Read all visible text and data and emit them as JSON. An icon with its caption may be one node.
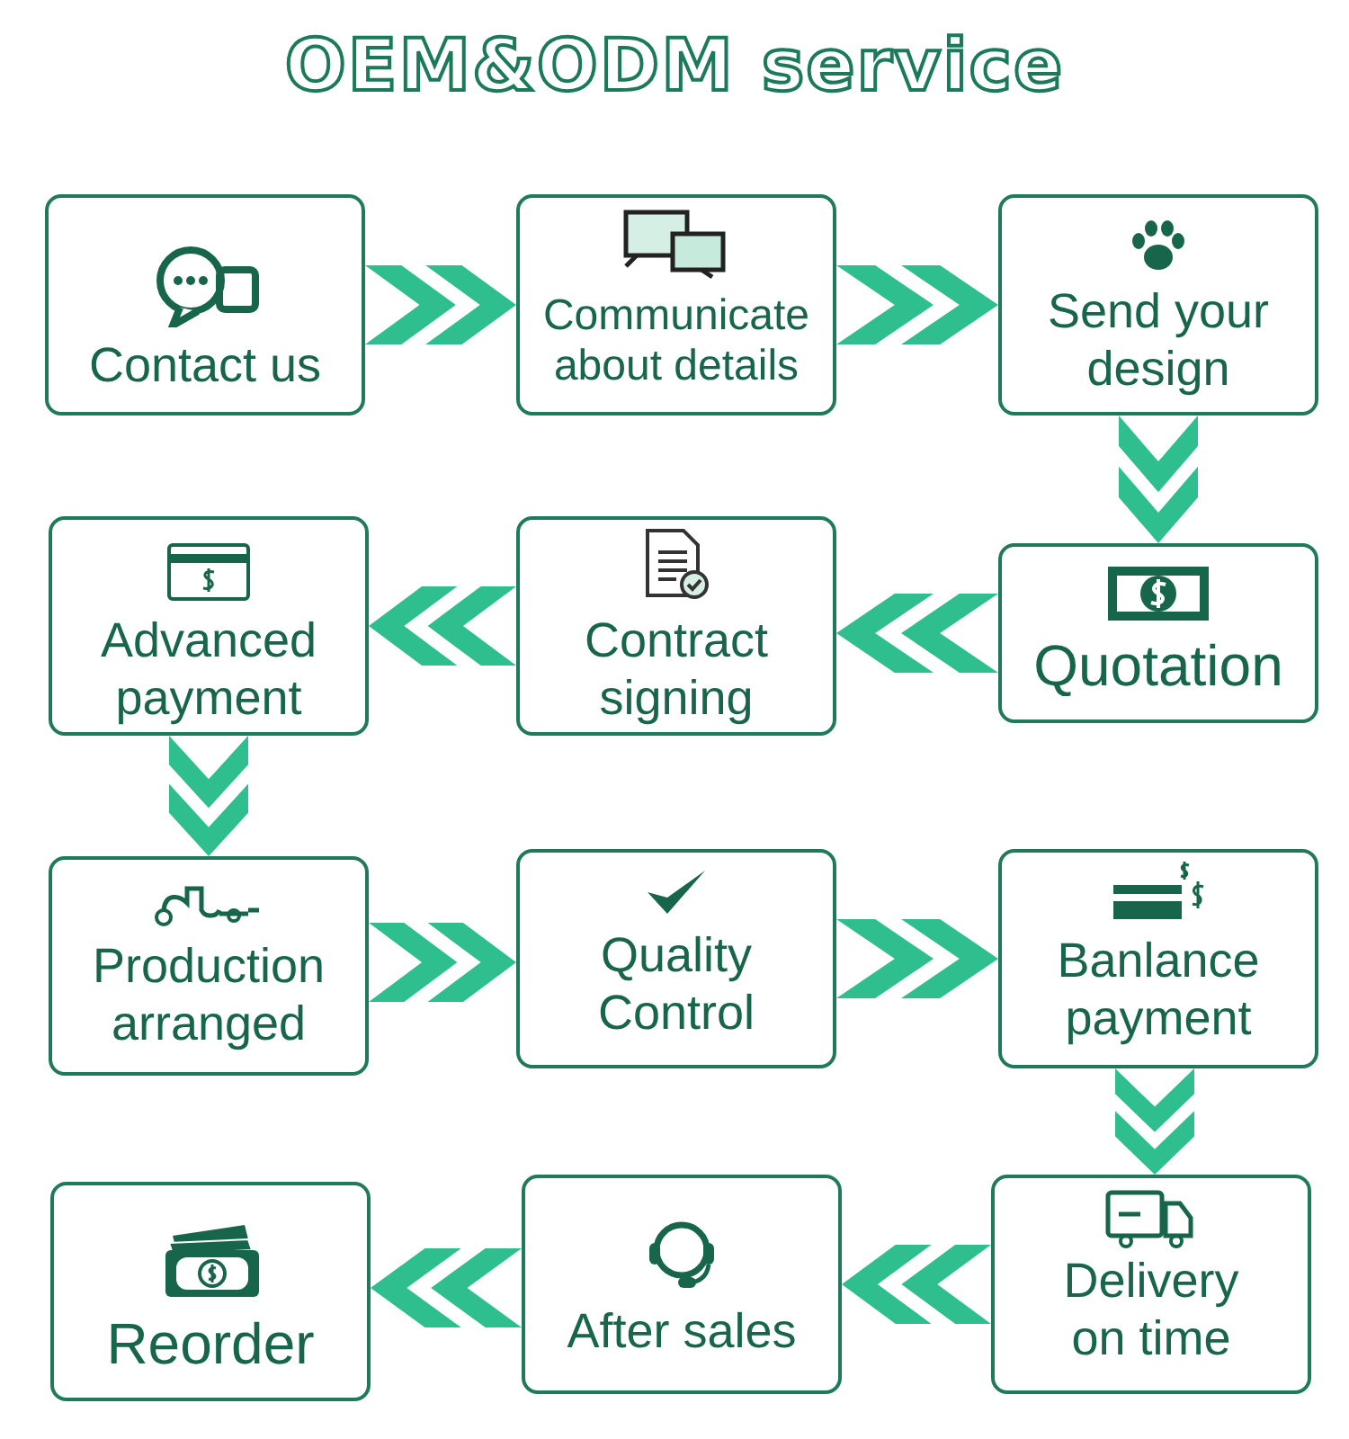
{
  "diagram": {
    "title": "OEM&ODM service",
    "nodes": [
      {
        "text": [
          "Contact us"
        ]
      },
      {
        "text": [
          "Communicate about details"
        ]
      },
      {
        "text": [
          "Send your design"
        ]
      },
      {
        "text": [
          "Advanced payment"
        ]
      },
      {
        "text": [
          "Contract signing"
        ]
      },
      {
        "text": [
          "Quotation"
        ]
      },
      {
        "text": [
          "Production arranged"
        ]
      },
      {
        "text": [
          "Quality Control"
        ]
      },
      {
        "text": [
          "Banlance payment"
        ]
      },
      {
        "text": [
          "Reorder"
        ]
      },
      {
        "text": [
          "After sales"
        ]
      },
      {
        "text": [
          "Delivery on time"
        ]
      }
    ],
    "edges": [
      {
        "from": 0,
        "to": 1,
        "arrow": "to"
      },
      {
        "from": 1,
        "to": 2,
        "arrow": "to"
      },
      {
        "from": 2,
        "to": 5,
        "arrow": "to"
      },
      {
        "from": 5,
        "to": 4,
        "arrow": "to"
      },
      {
        "from": 4,
        "to": 3,
        "arrow": "to"
      },
      {
        "from": 3,
        "to": 6,
        "arrow": "to"
      },
      {
        "from": 6,
        "to": 7,
        "arrow": "to"
      },
      {
        "from": 7,
        "to": 8,
        "arrow": "to"
      },
      {
        "from": 8,
        "to": 11,
        "arrow": "to"
      },
      {
        "from": 11,
        "to": 10,
        "arrow": "to"
      },
      {
        "from": 10,
        "to": 9,
        "arrow": "to"
      }
    ]
  }
}
